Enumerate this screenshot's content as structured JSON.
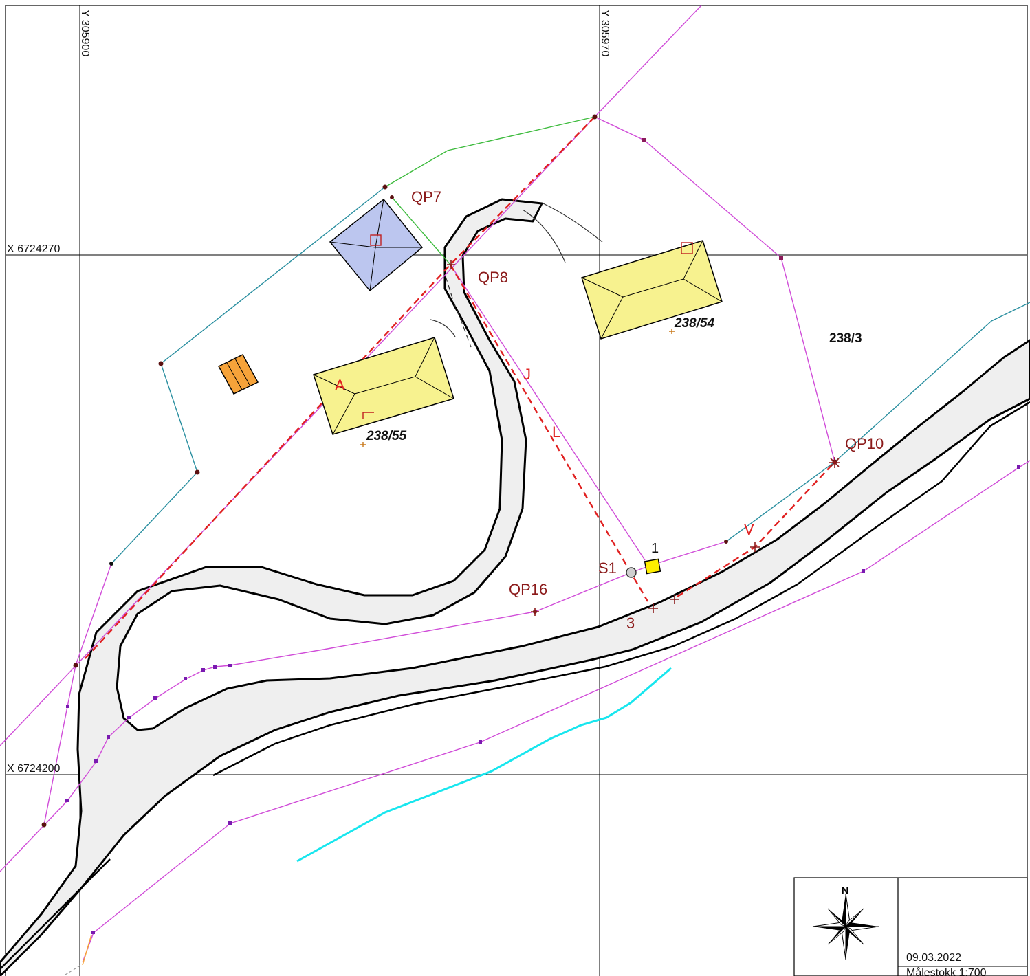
{
  "grid": {
    "y_labels": [
      "Y 305900",
      "Y 305970"
    ],
    "x_labels": [
      "X 6724270",
      "X 6724200"
    ]
  },
  "points": {
    "qp7": "QP7",
    "qp8": "QP8",
    "qp10": "QP10",
    "qp16": "QP16",
    "s1": "S1",
    "p1": "1",
    "p3": "3"
  },
  "segments": {
    "a": "A",
    "j": "J",
    "l": "L",
    "v": "V"
  },
  "parcels": {
    "p238_55": "238/55",
    "p238_54": "238/54",
    "p238_3": "238/3"
  },
  "legend": {
    "north": "N",
    "date": "09.03.2022",
    "scale": "Målestokk 1:700"
  },
  "colors": {
    "road_fill": "#efefef",
    "building_yellow": "#f7f28f",
    "building_blue": "#bcc6ef",
    "building_orange": "#f6a33a",
    "boundary_red": "#e02020",
    "magenta_line": "#d04cd8",
    "teal_line": "#2a8fa0",
    "green_line": "#3dbb3d",
    "water_line": "#18e6ee"
  }
}
